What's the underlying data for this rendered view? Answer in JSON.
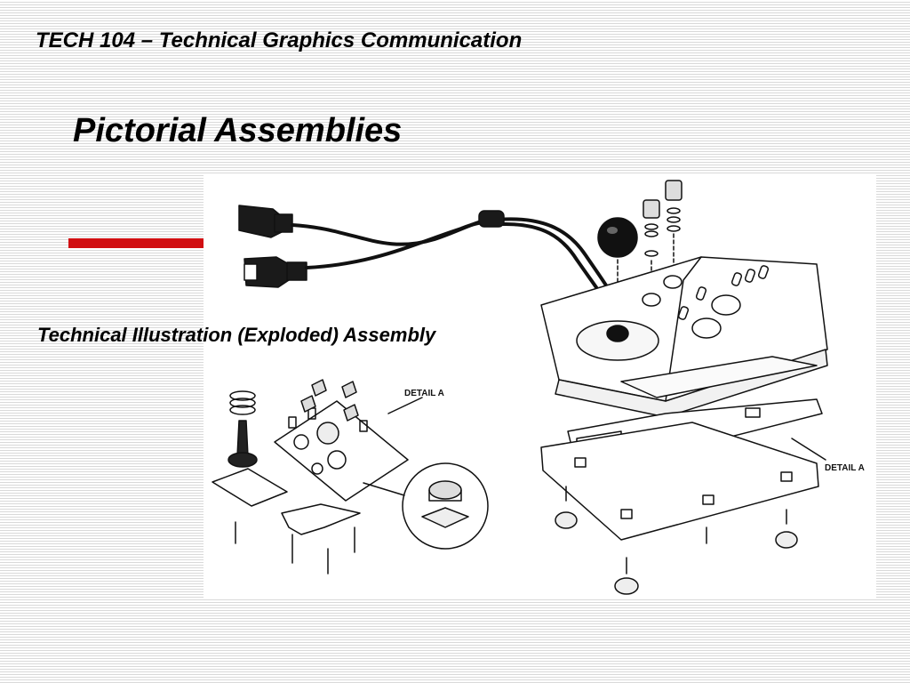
{
  "header": {
    "course_title": "TECH 104 – Technical Graphics Communication"
  },
  "slide": {
    "title": "Pictorial Assemblies",
    "caption": "Technical Illustration (Exploded) Assembly"
  },
  "illustration": {
    "detail_label_left": "DETAIL A",
    "detail_label_right": "DETAIL A"
  },
  "colors": {
    "accent_bar": "#d10f12",
    "background_stripe": "#d9d9d9"
  }
}
